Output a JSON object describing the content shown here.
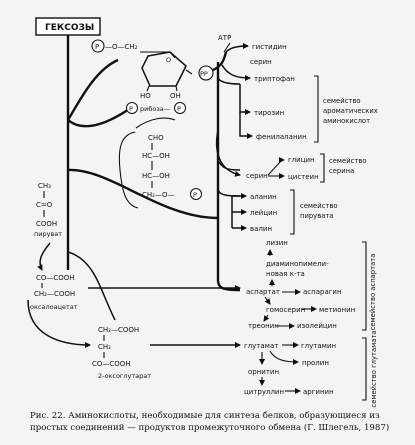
{
  "hexoses": "ГЕКСОЗЫ",
  "atp": "АТР",
  "ribose": {
    "p": "P",
    "pp": "PP",
    "o_ch2": "—O—CH₂",
    "ho_left": "HO",
    "ho_right": "OH",
    "o_ring": "O",
    "ribose5p_label": "рибоза—",
    "ribose5p_p": "P"
  },
  "triose": {
    "cho": "CHO",
    "hcoh1": "HC—OH",
    "hcoh2": "HC—OH",
    "ch2o": "CH₂—O—",
    "p": "P"
  },
  "pyruvate": {
    "ch3": "CH₃",
    "co": "C=O",
    "cooh": "COOH",
    "name": "пируват"
  },
  "oxaloacetate": {
    "line1": "CO—COOH",
    "line2": "CH₂—COOH",
    "name": "оксалоацетат"
  },
  "ketoglutarate": {
    "line1": "CH₂—COOH",
    "line2": "CH₂",
    "line3": "CO—COOH",
    "name": "2-оксоглутарат"
  },
  "amino_acids": {
    "histidine": "гистидин",
    "serine_top": "серин",
    "tryptophan": "триптофан",
    "tyrosine": "тирозин",
    "phenylalanine": "фенилаланин",
    "glycine": "глицин",
    "serine": "серин",
    "cysteine": "цистеин",
    "alanine": "аланин",
    "leucine": "лейцин",
    "valine": "валин",
    "lysine": "лизин",
    "dap1": "диаминопимели-",
    "dap2": "новая к-та",
    "aspartate": "аспартат",
    "asparagine": "аспарагин",
    "homoserine": "гомосерин",
    "methionine": "метионин",
    "threonine": "треонин",
    "isoleucine": "изолейцин",
    "glutamate": "глутамат",
    "glutamine": "глутамин",
    "proline": "пролин",
    "ornithine": "орнитин",
    "citrulline": "цитруллин",
    "arginine": "аргинин"
  },
  "families": {
    "aromatic1": "семейство",
    "aromatic2": "ароматических",
    "aromatic3": "аминокислот",
    "serine1": "семейство",
    "serine2": "серина",
    "pyruvate1": "семейство",
    "pyruvate2": "пирувата",
    "aspartate": "семейство аспартата",
    "glutamate": "семейство глутамата"
  },
  "caption": {
    "line1": "Рис. 22.    Аминокислоты, необходимые для синтеза белков, образующиеся из",
    "line2": "простых соединений — продуктов промежуточного обмена (Г. Шлегель, 1987)"
  }
}
